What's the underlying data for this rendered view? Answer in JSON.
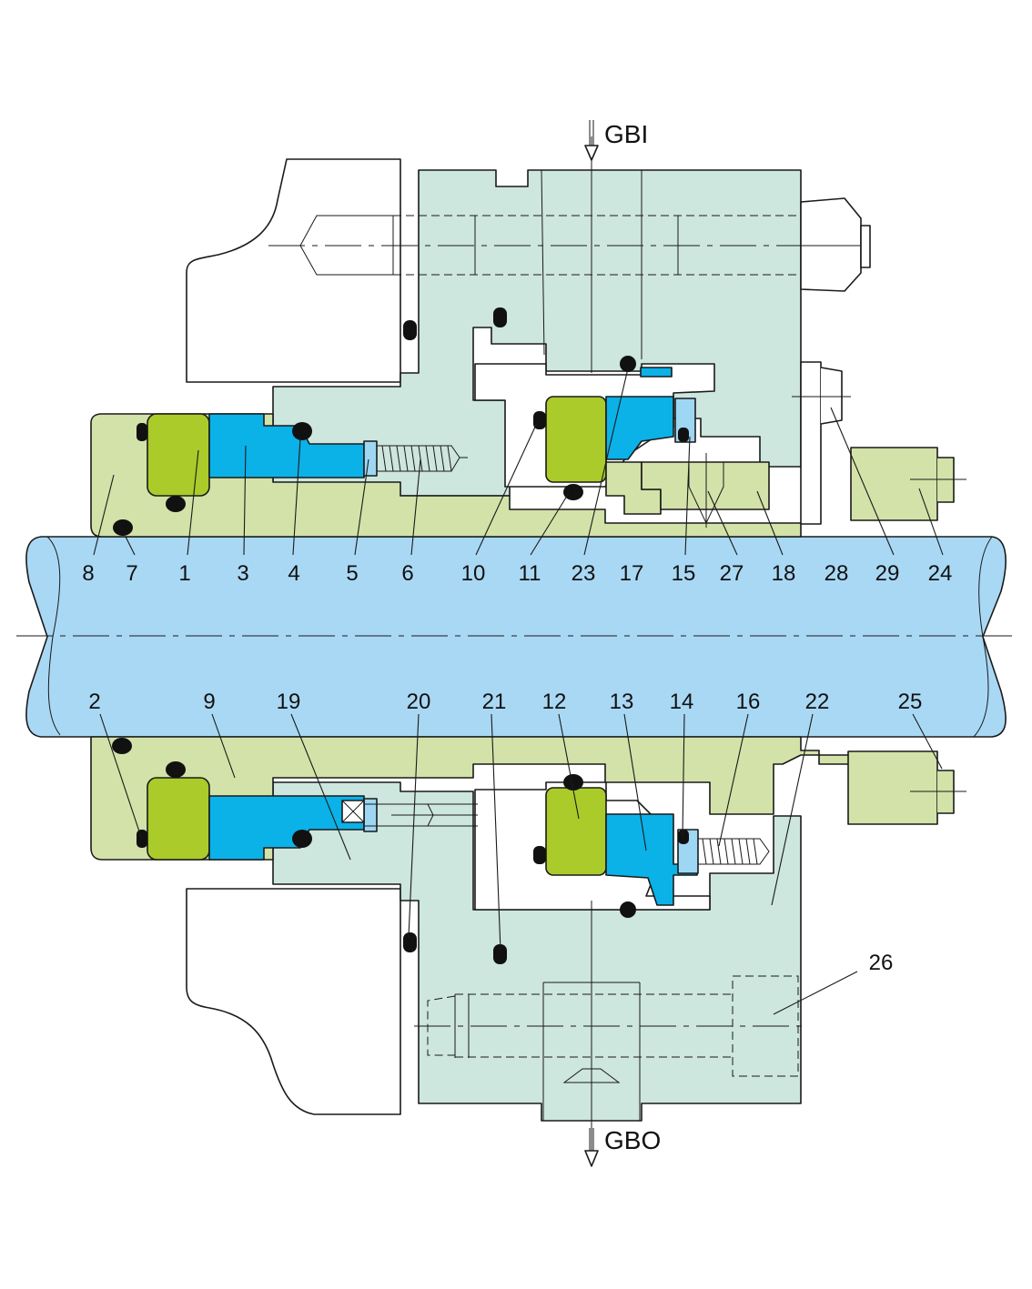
{
  "ports": {
    "inlet": "GBI",
    "outlet": "GBO"
  },
  "colors": {
    "housing": "#cde6de",
    "seal_parts": "#d3e2a8",
    "carbon_ring": "#aacb2a",
    "seat": "#0ab2e8",
    "shaft": "#a9d8f4",
    "spring_holder": "#9ed7f3",
    "oring": "#111111"
  },
  "labels_top": [
    "8",
    "7",
    "1",
    "3",
    "4",
    "5",
    "6",
    "10",
    "11",
    "23",
    "17",
    "15",
    "27",
    "18",
    "28",
    "29",
    "24"
  ],
  "labels_bottom": [
    "2",
    "9",
    "19",
    "20",
    "21",
    "12",
    "13",
    "14",
    "16",
    "22",
    "25"
  ],
  "label_extra": "26"
}
